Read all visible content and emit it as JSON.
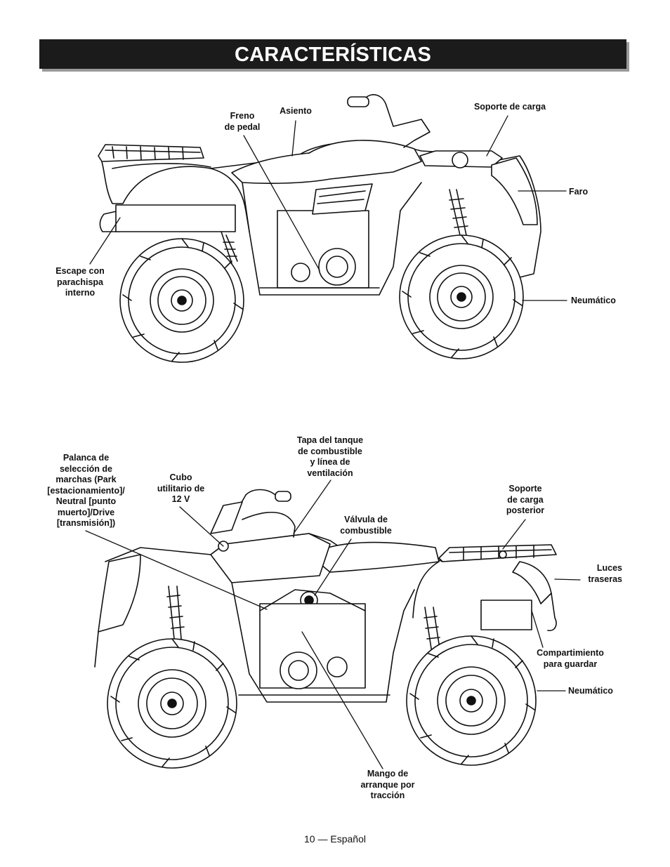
{
  "header": {
    "title": "CARACTERÍSTICAS"
  },
  "diagram_top": {
    "labels": {
      "freno": "Freno\nde pedal",
      "asiento": "Asiento",
      "soporte_carga": "Soporte de carga",
      "faro": "Faro",
      "escape": "Escape con\nparachispa\ninterno",
      "neumatico": "Neumático"
    }
  },
  "diagram_bottom": {
    "labels": {
      "palanca": "Palanca de\nselección de\nmarchas (Park\n[estacionamiento]/\nNeutral [punto\nmuerto]/Drive\n[transmisión])",
      "cubo": "Cubo\nutilitario de\n12 V",
      "tapa": "Tapa del tanque\nde combustible\ny línea de\nventilación",
      "valvula": "Válvula de\ncombustible",
      "soporte_posterior": "Soporte\nde carga\nposterior",
      "luces": "Luces\ntraseras",
      "compartimiento": "Compartimiento\npara guardar",
      "neumatico": "Neumático",
      "mango": "Mango de\narranque por\ntracción"
    }
  },
  "footer": {
    "page": "10 — Español"
  }
}
